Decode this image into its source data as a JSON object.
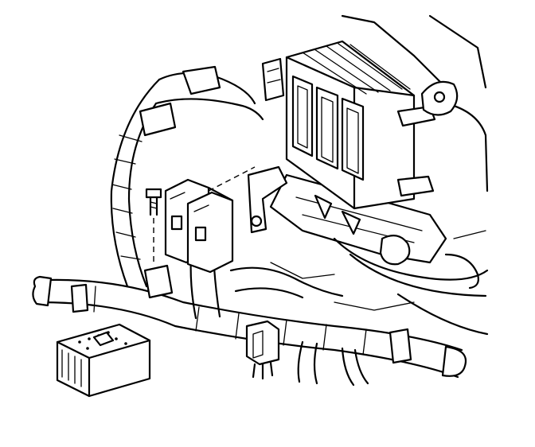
{
  "illustration": {
    "colors": {
      "line": "#000000",
      "background": "#ffffff"
    },
    "parts": [
      {
        "id": "control-module"
      },
      {
        "id": "module-bracket"
      },
      {
        "id": "harness-connectors"
      },
      {
        "id": "retaining-bolt"
      },
      {
        "id": "wiring-harness"
      },
      {
        "id": "junction-block"
      },
      {
        "id": "inline-connector"
      },
      {
        "id": "frame-crossmember"
      }
    ]
  }
}
